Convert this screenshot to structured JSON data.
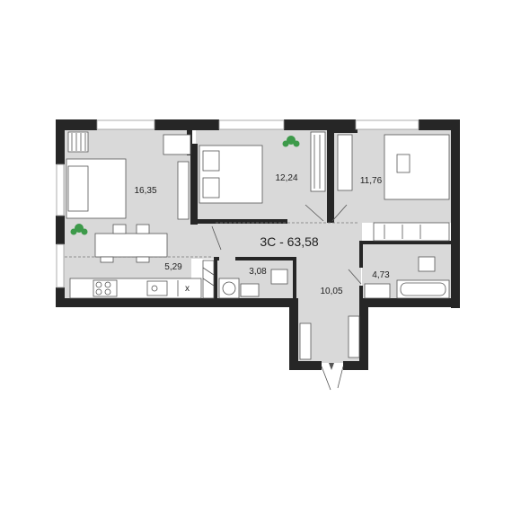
{
  "plan": {
    "title": "3С - 63,58",
    "rooms": [
      {
        "id": "living",
        "area": "16,35"
      },
      {
        "id": "bedroom",
        "area": "12,24"
      },
      {
        "id": "bedroom2",
        "area": "11,76"
      },
      {
        "id": "kitchen",
        "area": "5,29"
      },
      {
        "id": "bathroom",
        "area": "3,08"
      },
      {
        "id": "hall",
        "area": "10,05"
      },
      {
        "id": "wc",
        "area": "4,73"
      }
    ],
    "stove_label": "x"
  },
  "colors": {
    "wall": "#262626",
    "floor": "#d9d9d9",
    "furniture": "#ffffff",
    "plant": "#3d9a4a"
  }
}
